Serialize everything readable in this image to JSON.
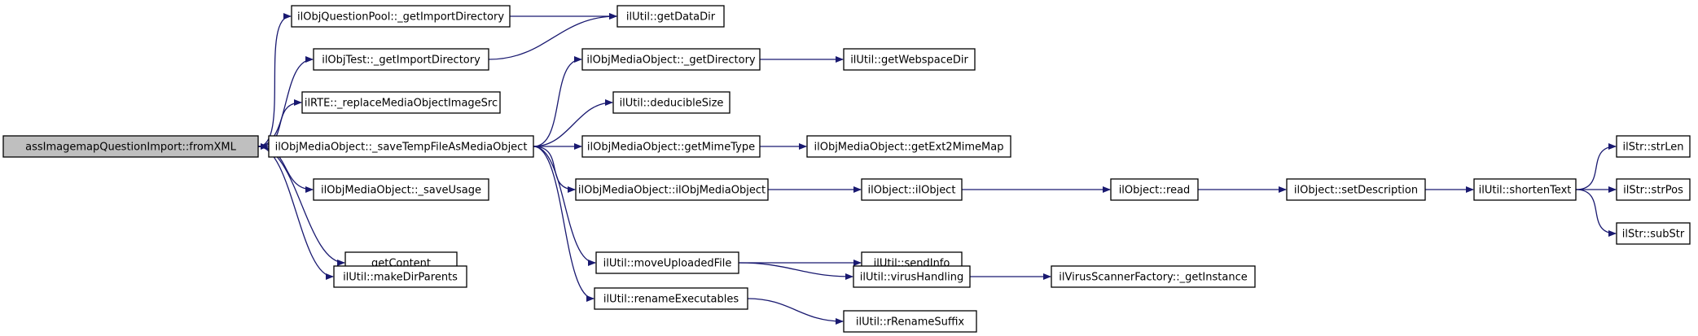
{
  "diagram": {
    "type": "call-graph",
    "colors": {
      "edge": "#191970",
      "root_fill": "#bfbfbf",
      "node_fill": "#ffffff",
      "border": "#000000"
    },
    "nodes": [
      {
        "id": "root",
        "label": "assImagemapQuestionImport::fromXML"
      },
      {
        "id": "qpool",
        "label": "ilObjQuestionPool::_getImportDirectory"
      },
      {
        "id": "objtest",
        "label": "ilObjTest::_getImportDirectory"
      },
      {
        "id": "rte",
        "label": "ilRTE::_replaceMediaObjectImageSrc"
      },
      {
        "id": "savetemp",
        "label": "ilObjMediaObject::_saveTempFileAsMediaObject"
      },
      {
        "id": "saveusage",
        "label": "ilObjMediaObject::_saveUsage"
      },
      {
        "id": "getcontent",
        "label": "getContent"
      },
      {
        "id": "mkdir",
        "label": "ilUtil::makeDirParents"
      },
      {
        "id": "datadir",
        "label": "ilUtil::getDataDir"
      },
      {
        "id": "getdir",
        "label": "ilObjMediaObject::_getDirectory"
      },
      {
        "id": "deduc",
        "label": "ilUtil::deducibleSize"
      },
      {
        "id": "mime",
        "label": "ilObjMediaObject::getMimeType"
      },
      {
        "id": "ctor",
        "label": "ilObjMediaObject::ilObjMediaObject"
      },
      {
        "id": "moveup",
        "label": "ilUtil::moveUploadedFile"
      },
      {
        "id": "renexe",
        "label": "ilUtil::renameExecutables"
      },
      {
        "id": "webspace",
        "label": "ilUtil::getWebspaceDir"
      },
      {
        "id": "ext2mime",
        "label": "ilObjMediaObject::getExt2MimeMap"
      },
      {
        "id": "ilobject",
        "label": "ilObject::ilObject"
      },
      {
        "id": "sendinfo",
        "label": "ilUtil::sendInfo"
      },
      {
        "id": "virus",
        "label": "ilUtil::virusHandling"
      },
      {
        "id": "rrename",
        "label": "ilUtil::rRenameSuffix"
      },
      {
        "id": "read",
        "label": "ilObject::read"
      },
      {
        "id": "virfact",
        "label": "ilVirusScannerFactory::_getInstance"
      },
      {
        "id": "setdesc",
        "label": "ilObject::setDescription"
      },
      {
        "id": "shorten",
        "label": "ilUtil::shortenText"
      },
      {
        "id": "strlen",
        "label": "ilStr::strLen"
      },
      {
        "id": "strpos",
        "label": "ilStr::strPos"
      },
      {
        "id": "substr",
        "label": "ilStr::subStr"
      }
    ],
    "edges": [
      [
        "root",
        "qpool"
      ],
      [
        "root",
        "objtest"
      ],
      [
        "root",
        "rte"
      ],
      [
        "root",
        "savetemp"
      ],
      [
        "root",
        "saveusage"
      ],
      [
        "root",
        "getcontent"
      ],
      [
        "root",
        "mkdir"
      ],
      [
        "qpool",
        "datadir"
      ],
      [
        "objtest",
        "datadir"
      ],
      [
        "savetemp",
        "getdir"
      ],
      [
        "savetemp",
        "deduc"
      ],
      [
        "savetemp",
        "mime"
      ],
      [
        "savetemp",
        "ctor"
      ],
      [
        "savetemp",
        "moveup"
      ],
      [
        "savetemp",
        "renexe"
      ],
      [
        "getdir",
        "webspace"
      ],
      [
        "mime",
        "ext2mime"
      ],
      [
        "ctor",
        "ilobject"
      ],
      [
        "moveup",
        "sendinfo"
      ],
      [
        "moveup",
        "virus"
      ],
      [
        "renexe",
        "rrename"
      ],
      [
        "ilobject",
        "read"
      ],
      [
        "virus",
        "virfact"
      ],
      [
        "read",
        "setdesc"
      ],
      [
        "setdesc",
        "shorten"
      ],
      [
        "shorten",
        "strlen"
      ],
      [
        "shorten",
        "strpos"
      ],
      [
        "shorten",
        "substr"
      ]
    ]
  }
}
